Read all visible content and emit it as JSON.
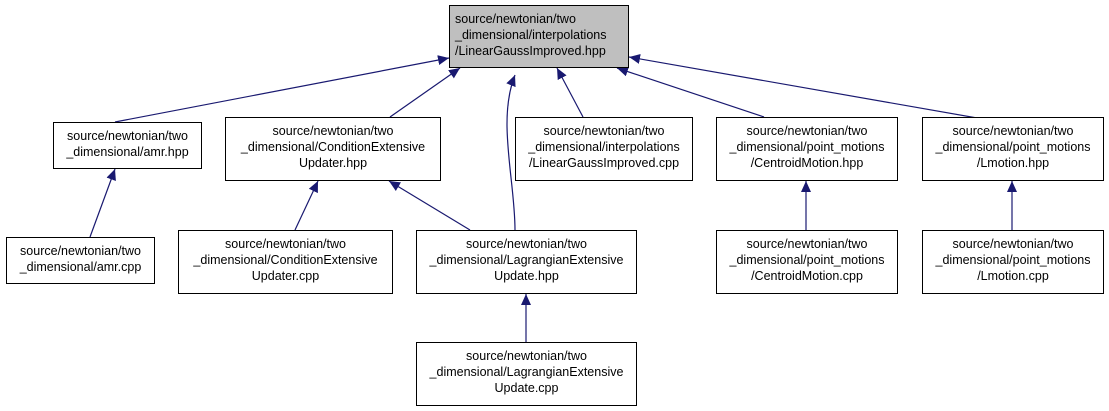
{
  "colors": {
    "edge": "#191970",
    "root_fill": "#bfbfbf",
    "node_fill": "#ffffff",
    "border": "#000000"
  },
  "nodes": {
    "root": [
      "source/newtonian/two",
      "_dimensional/interpolations",
      "/LinearGaussImproved.hpp"
    ],
    "amr_hpp": [
      "source/newtonian/two",
      "_dimensional/amr.hpp"
    ],
    "cond_hpp": [
      "source/newtonian/two",
      "_dimensional/ConditionExtensive",
      "Updater.hpp"
    ],
    "lgi_cpp": [
      "source/newtonian/two",
      "_dimensional/interpolations",
      "/LinearGaussImproved.cpp"
    ],
    "centroid_hpp": [
      "source/newtonian/two",
      "_dimensional/point_motions",
      "/CentroidMotion.hpp"
    ],
    "lmotion_hpp": [
      "source/newtonian/two",
      "_dimensional/point_motions",
      "/Lmotion.hpp"
    ],
    "amr_cpp": [
      "source/newtonian/two",
      "_dimensional/amr.cpp"
    ],
    "cond_cpp": [
      "source/newtonian/two",
      "_dimensional/ConditionExtensive",
      "Updater.cpp"
    ],
    "lag_hpp": [
      "source/newtonian/two",
      "_dimensional/LagrangianExtensive",
      "Update.hpp"
    ],
    "centroid_cpp": [
      "source/newtonian/two",
      "_dimensional/point_motions",
      "/CentroidMotion.cpp"
    ],
    "lmotion_cpp": [
      "source/newtonian/two",
      "_dimensional/point_motions",
      "/Lmotion.cpp"
    ],
    "lag_cpp": [
      "source/newtonian/two",
      "_dimensional/LagrangianExtensive",
      "Update.cpp"
    ]
  },
  "edges": [
    [
      "amr_hpp",
      "root"
    ],
    [
      "cond_hpp",
      "root"
    ],
    [
      "lag_hpp",
      "root"
    ],
    [
      "lgi_cpp",
      "root"
    ],
    [
      "centroid_hpp",
      "root"
    ],
    [
      "lmotion_hpp",
      "root"
    ],
    [
      "amr_cpp",
      "amr_hpp"
    ],
    [
      "cond_cpp",
      "cond_hpp"
    ],
    [
      "lag_hpp",
      "cond_hpp"
    ],
    [
      "lag_cpp",
      "lag_hpp"
    ],
    [
      "centroid_cpp",
      "centroid_hpp"
    ],
    [
      "lmotion_cpp",
      "lmotion_hpp"
    ]
  ]
}
